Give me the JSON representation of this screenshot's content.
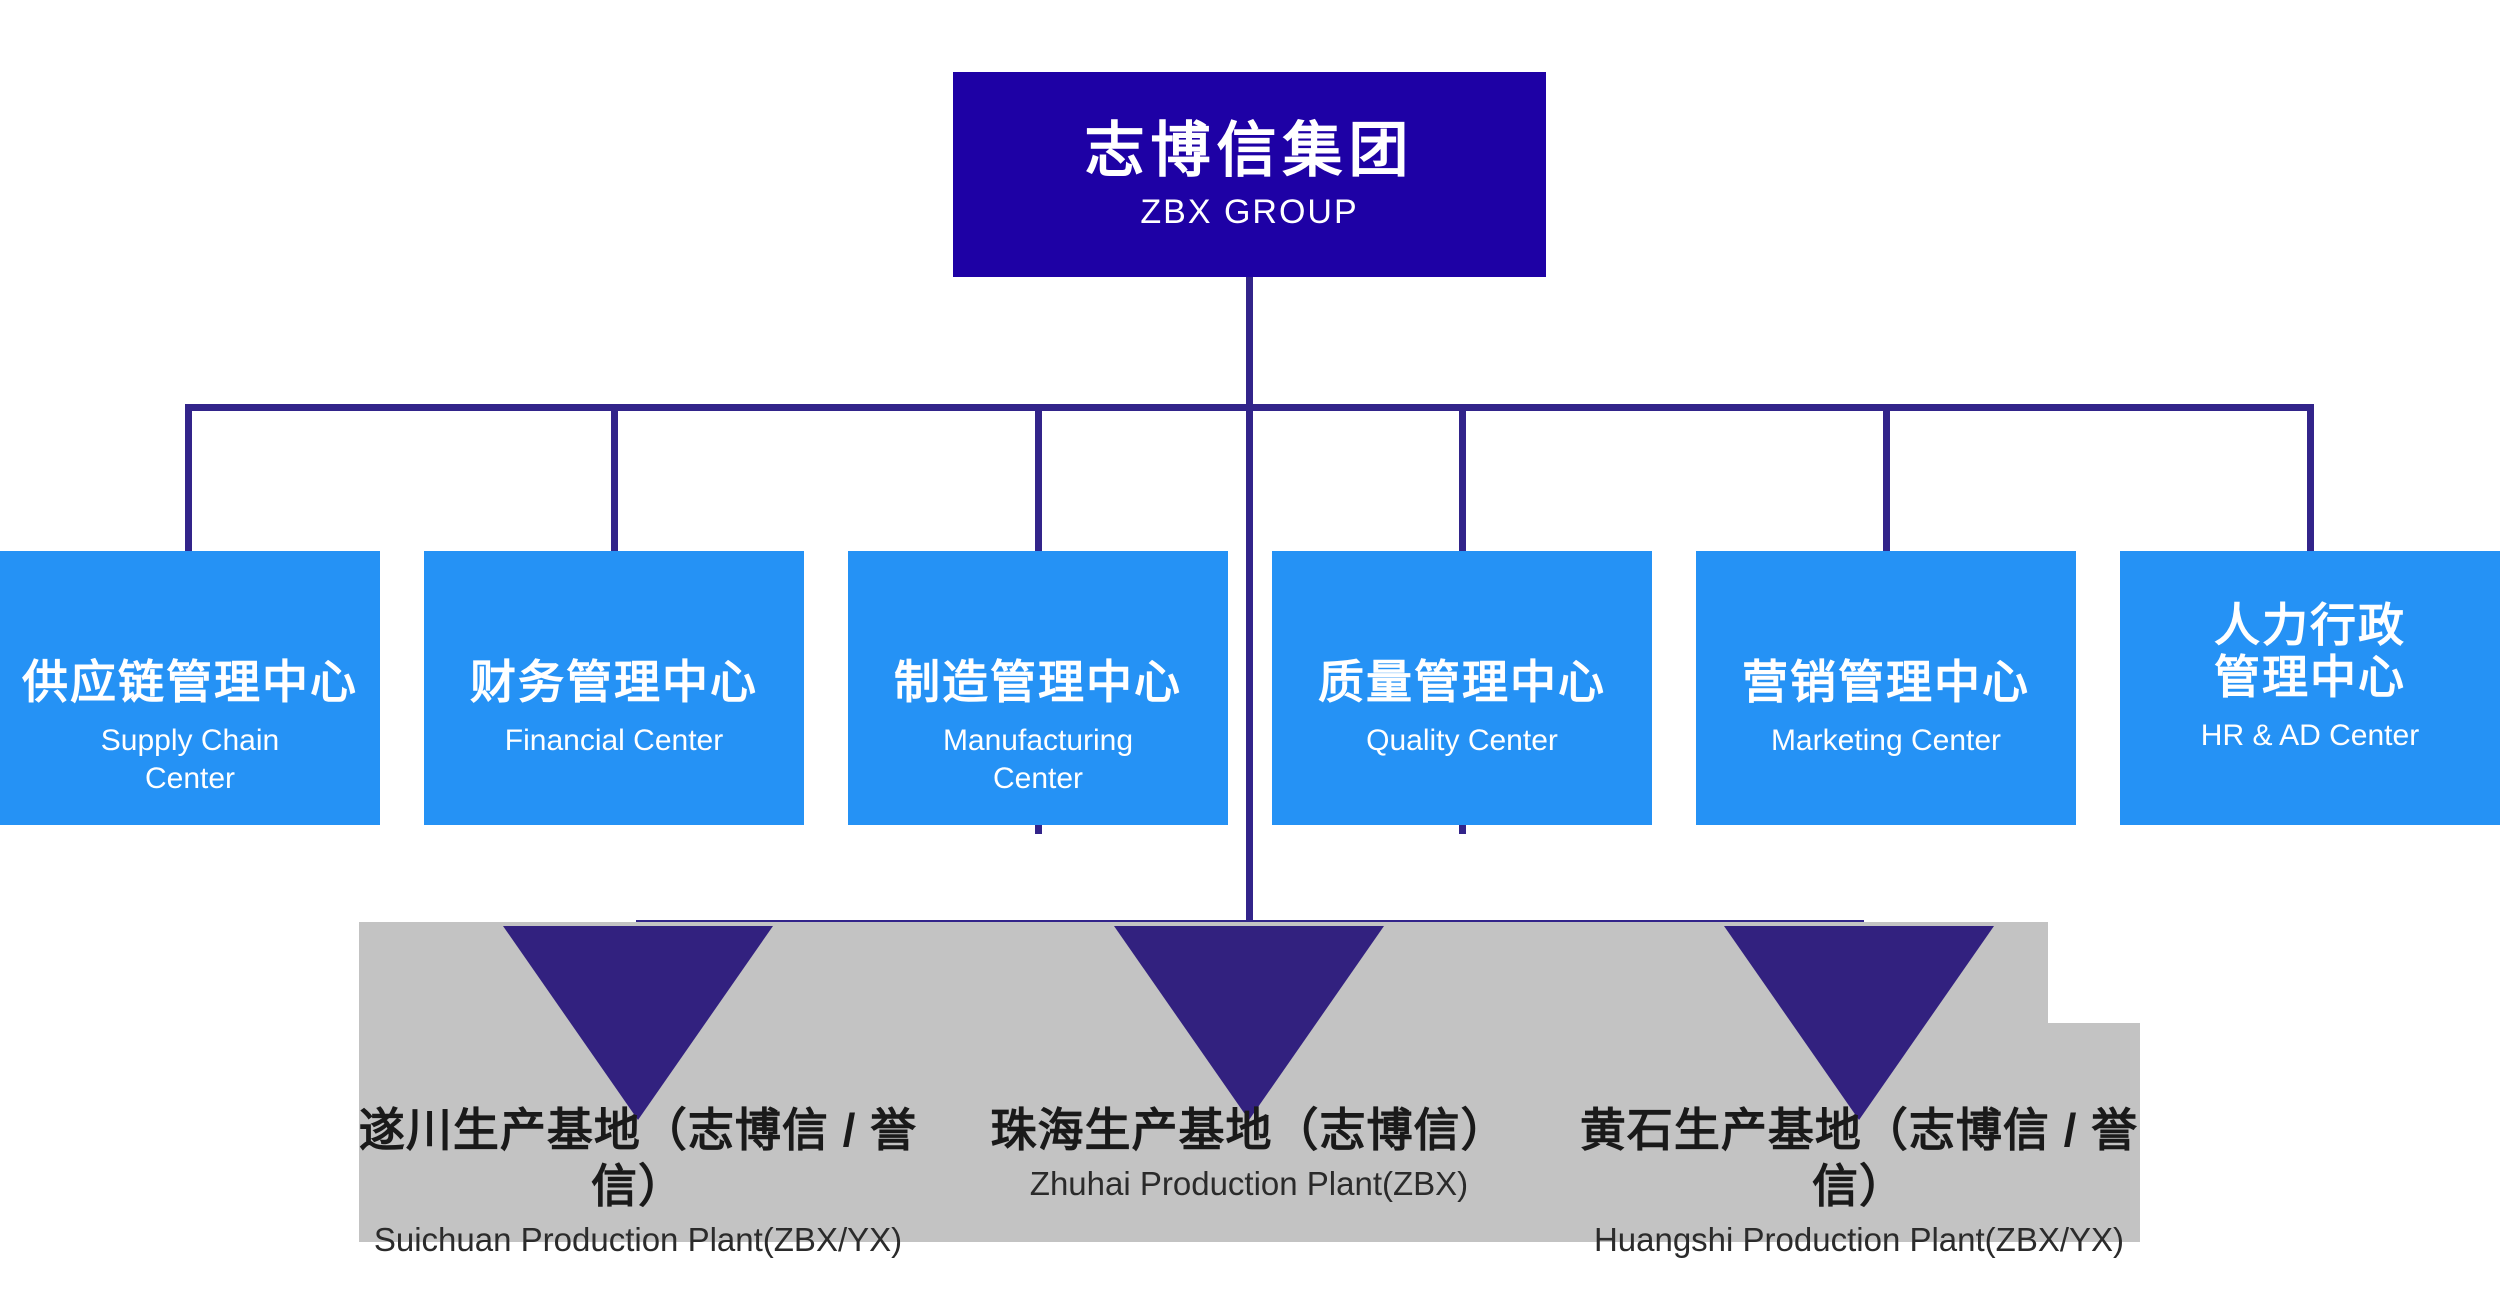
{
  "group": {
    "title_cn": "志博信集团",
    "title_en": "ZBX GROUP"
  },
  "centers": [
    {
      "cn": "供应链管理中心",
      "en1": "Supply Chain",
      "en2": "Center"
    },
    {
      "cn": "财务管理中心",
      "en1": "Financial Center"
    },
    {
      "cn": "制造管理中心",
      "en1": "Manufacturing",
      "en2": "Center"
    },
    {
      "cn": "质量管理中心",
      "en1": "Quality Center"
    },
    {
      "cn": "营销管理中心",
      "en1": "Marketing Center"
    },
    {
      "cn1": "人力行政",
      "cn2": "管理中心",
      "en1": "HR & AD Center"
    }
  ],
  "plants": [
    {
      "cn": "遂川生产基地（志博信 / 誉信）",
      "en": "Suichuan Production Plant(ZBX/YX)"
    },
    {
      "cn": "珠海生产基地（志博信）",
      "en": "Zhuhai Production Plant(ZBX)"
    },
    {
      "cn": "黄石生产基地（志博信 / 誉信）",
      "en": "Huangshi Production Plant(ZBX/YX)"
    }
  ],
  "colors": {
    "group_box": "#1E01A5",
    "center_box": "#2592F5",
    "connector": "#32248A",
    "triangle": "#32217F",
    "panel": "#C3C3C3",
    "plant_cn_text": "#1A1A1A",
    "plant_en_text": "#2B2B2B"
  }
}
